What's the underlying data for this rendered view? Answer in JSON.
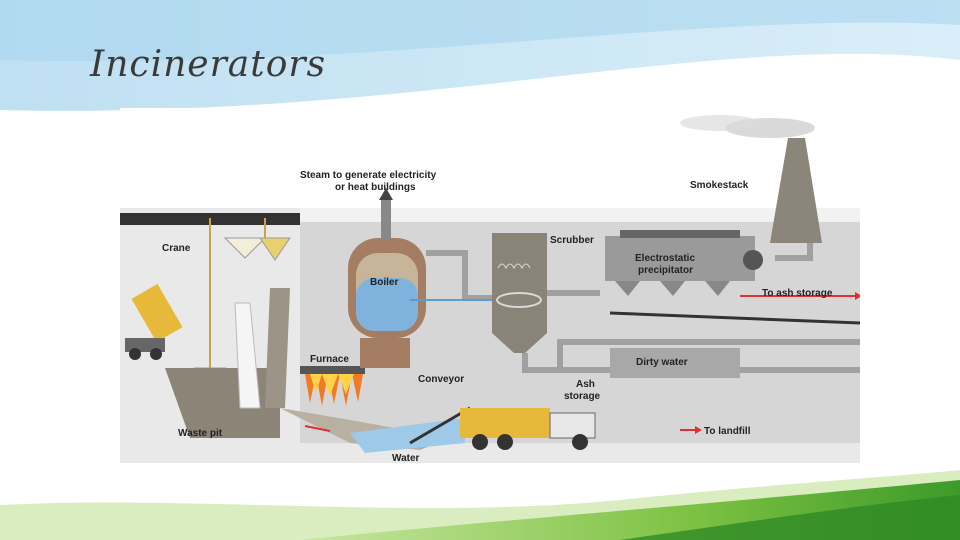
{
  "slide": {
    "title": "Incinerators"
  },
  "diagram": {
    "labels": {
      "steam": [
        "Steam to generate electricity",
        "or heat buildings"
      ],
      "smokestack": "Smokestack",
      "crane": "Crane",
      "scrubber": "Scrubber",
      "precipitator": [
        "Electrostatic",
        "precipitator"
      ],
      "boiler": "Boiler",
      "to_ash_storage": "To ash storage",
      "furnace": "Furnace",
      "dirty_water": "Dirty water",
      "conveyor": "Conveyor",
      "ash_storage": [
        "Ash",
        "storage"
      ],
      "waste_pit": "Waste pit",
      "to_landfill": "To landfill",
      "water": "Water"
    }
  }
}
